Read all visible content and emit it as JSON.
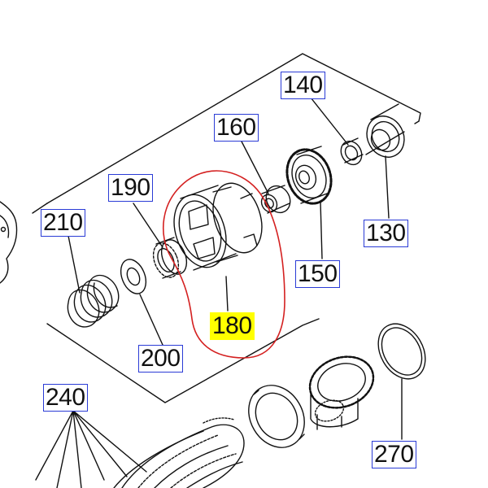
{
  "parts": {
    "p130": "130",
    "p140": "140",
    "p150": "150",
    "p160": "160",
    "p180": "180",
    "p190": "190",
    "p200": "200",
    "p210": "210",
    "p240": "240",
    "p270": "270"
  },
  "highlighted_part": "180",
  "colors": {
    "line": "#111111",
    "callout_border": "#2a3bd6",
    "highlight_fill": "#ffff00",
    "highlight_ring": "#d42020"
  }
}
